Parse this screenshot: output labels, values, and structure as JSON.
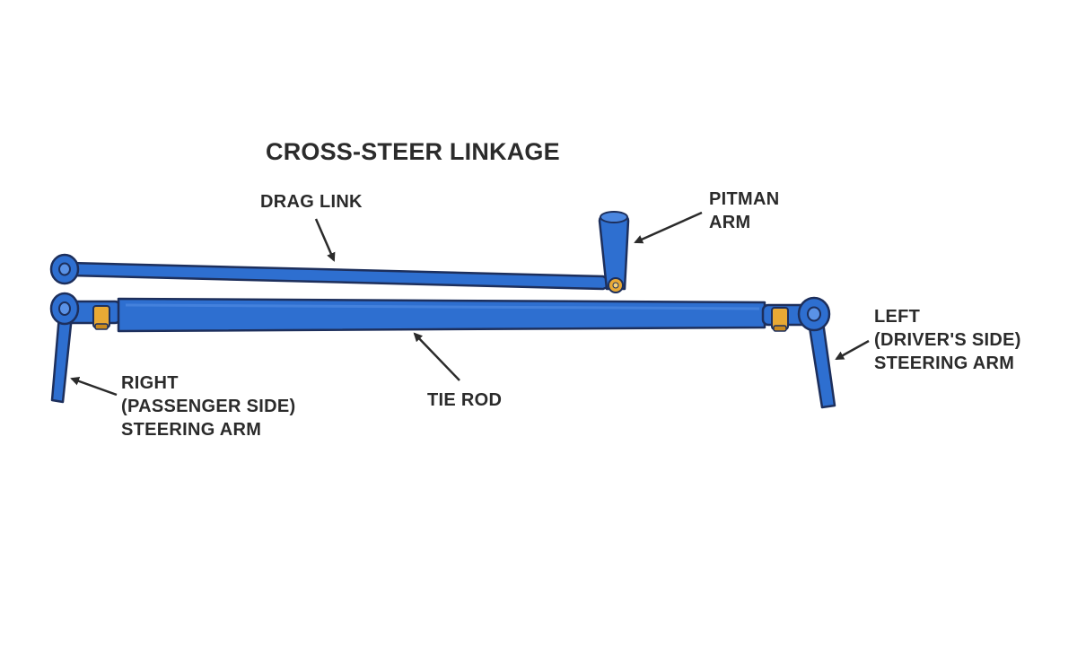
{
  "diagram": {
    "title": "CROSS-STEER LINKAGE",
    "labels": {
      "drag_link": "DRAG LINK",
      "pitman_arm": [
        "PITMAN",
        "ARM"
      ],
      "tie_rod": "TIE ROD",
      "left_arm": [
        "LEFT",
        "(DRIVER'S SIDE)",
        "STEERING ARM"
      ],
      "right_arm": [
        "RIGHT",
        "(PASSENGER SIDE)",
        "STEERING ARM"
      ]
    },
    "colors": {
      "linkage": "#2e6fd0",
      "outline": "#1d2f5c",
      "clamp": "#e8a935",
      "text": "#2b2b2b"
    }
  }
}
